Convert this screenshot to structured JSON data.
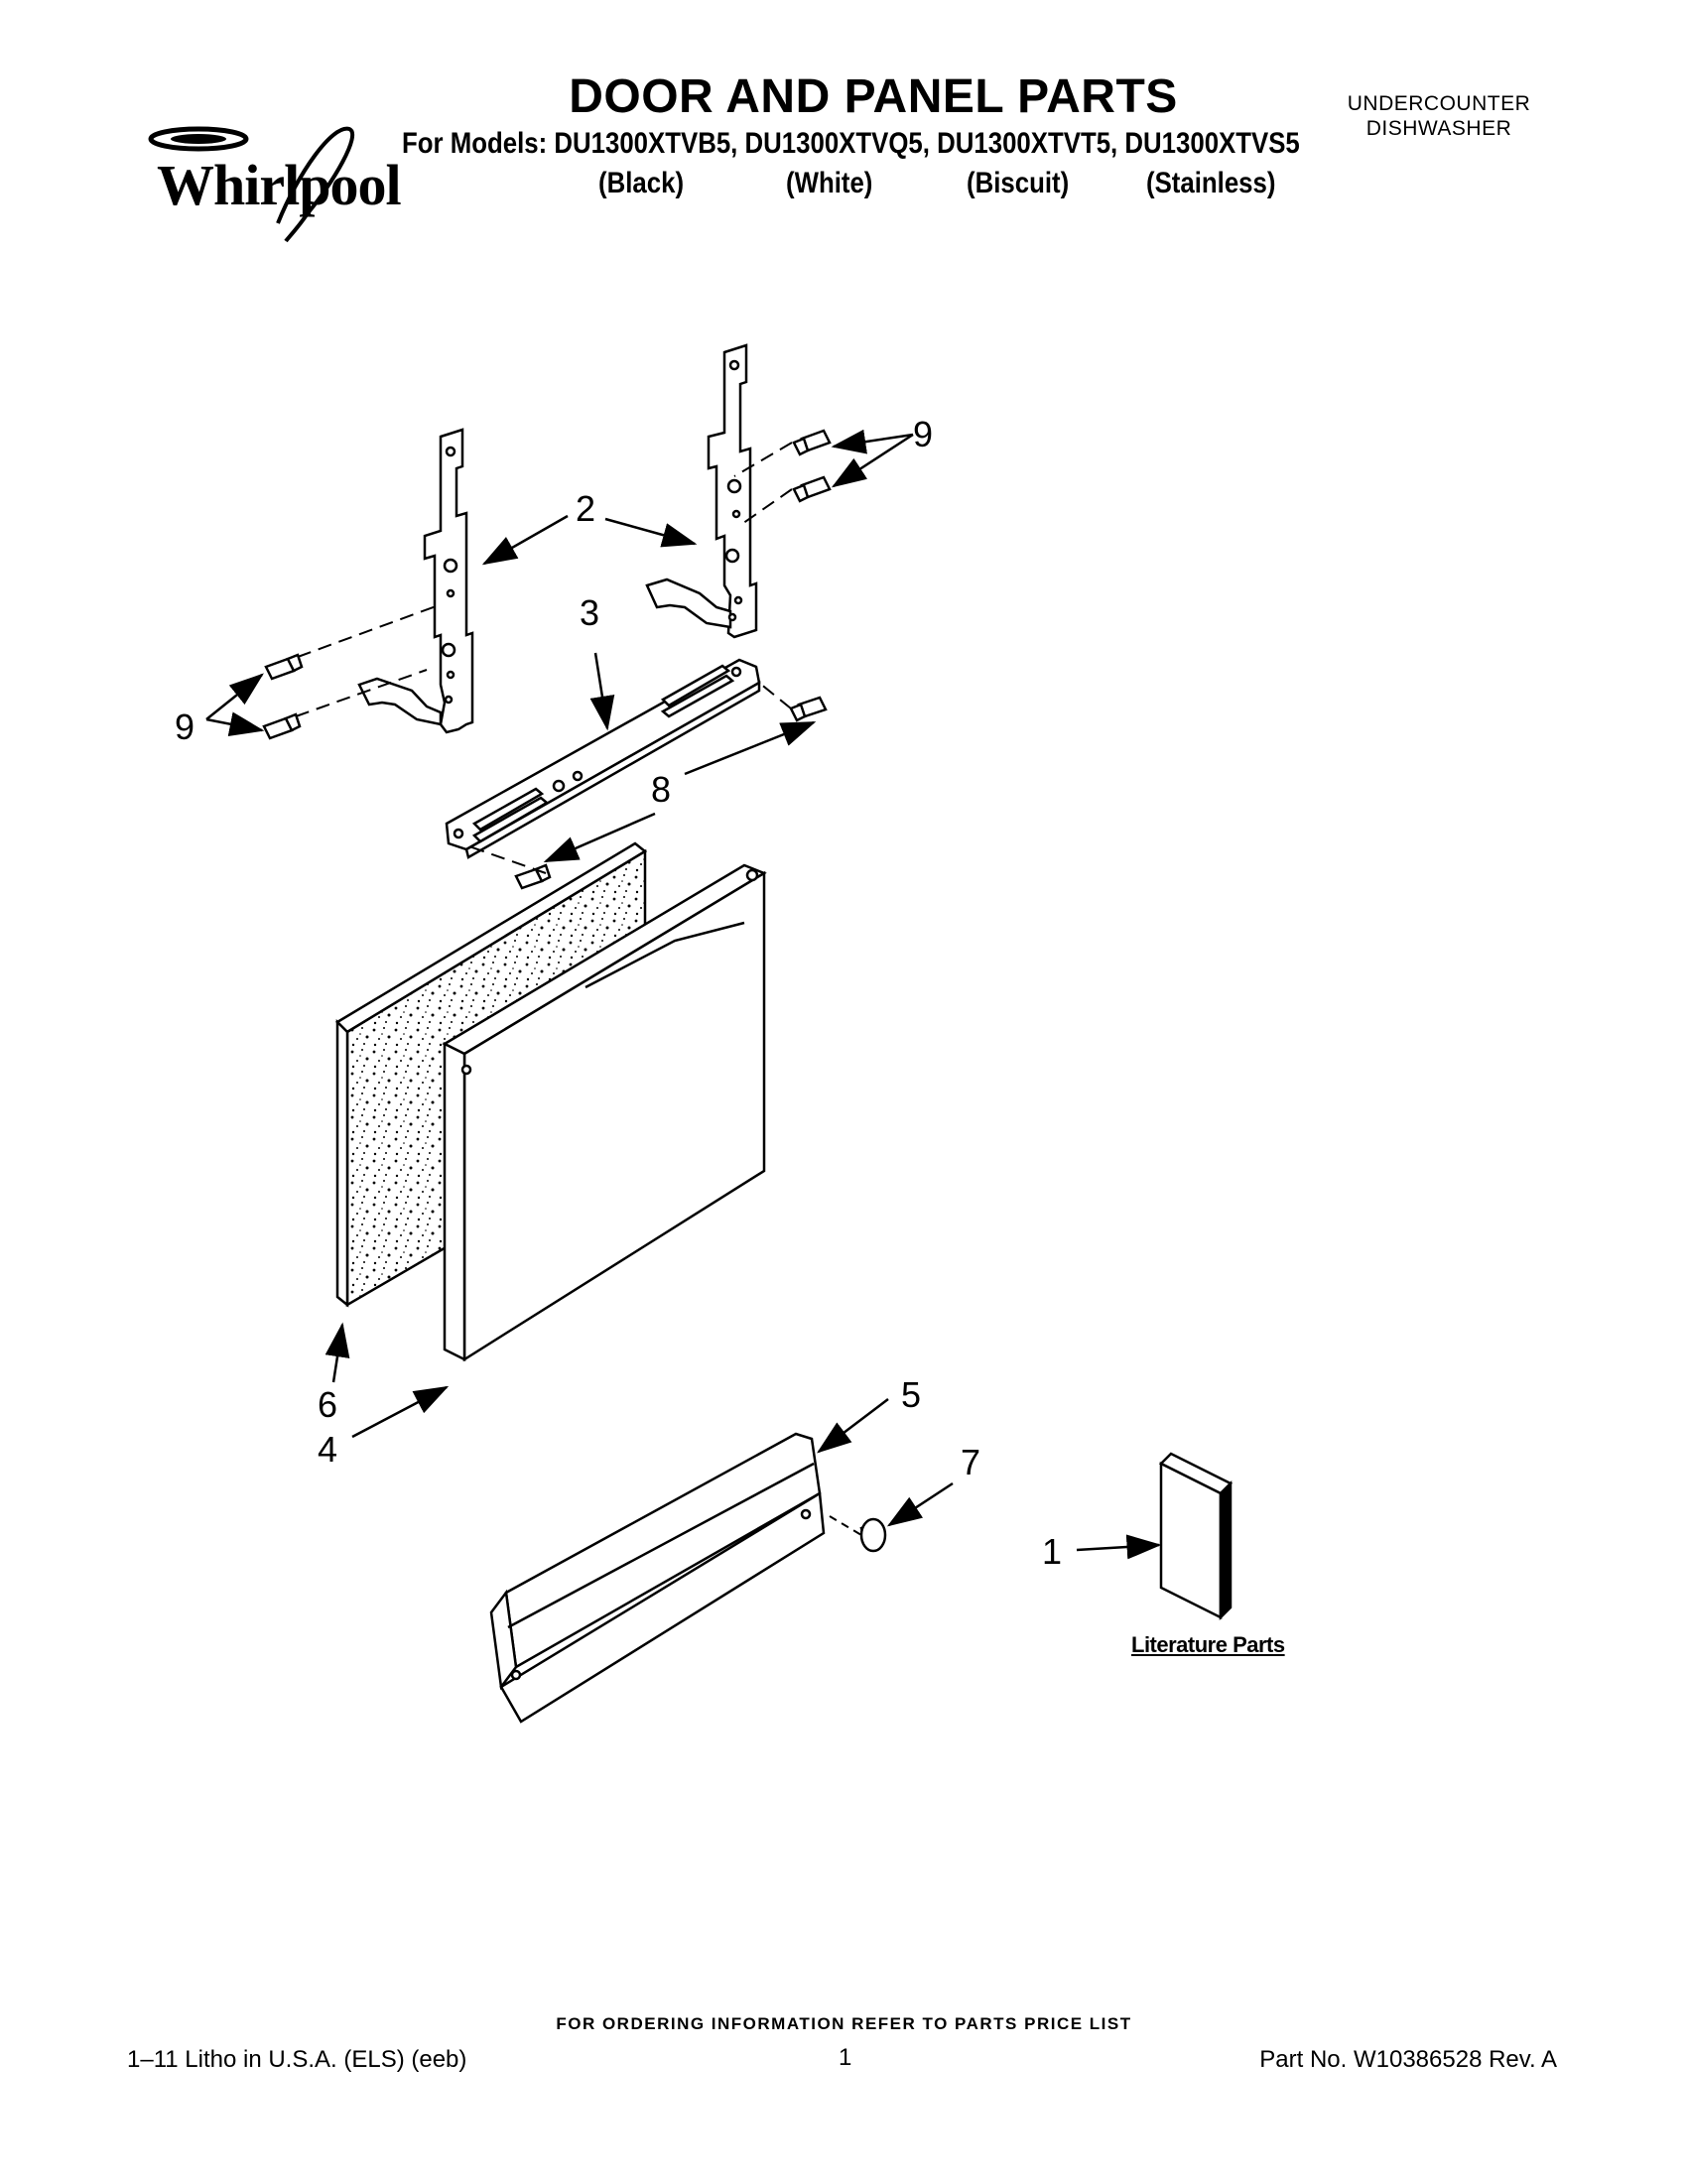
{
  "header": {
    "brand": "Whirlpool",
    "title": "DOOR AND PANEL PARTS",
    "models_line": "For Models: DU1300XTVB5, DU1300XTVQ5, DU1300XTVT5, DU1300XTVS5",
    "colors": [
      "(Black)",
      "(White)",
      "(Biscuit)",
      "(Stainless)"
    ],
    "product_line1": "UNDERCOUNTER",
    "product_line2": "DISHWASHER"
  },
  "diagram": {
    "callouts": {
      "c1": "1",
      "c2": "2",
      "c3": "3",
      "c4": "4",
      "c5": "5",
      "c6": "6",
      "c7": "7",
      "c8": "8",
      "c9a": "9",
      "c9b": "9"
    },
    "literature_label": "Literature Parts"
  },
  "footer": {
    "ordering_note": "FOR ORDERING INFORMATION REFER TO PARTS PRICE LIST",
    "litho": "1–11 Litho in U.S.A. (ELS) (eeb)",
    "page": "1",
    "part_no": "Part No. W10386528 Rev. A"
  }
}
